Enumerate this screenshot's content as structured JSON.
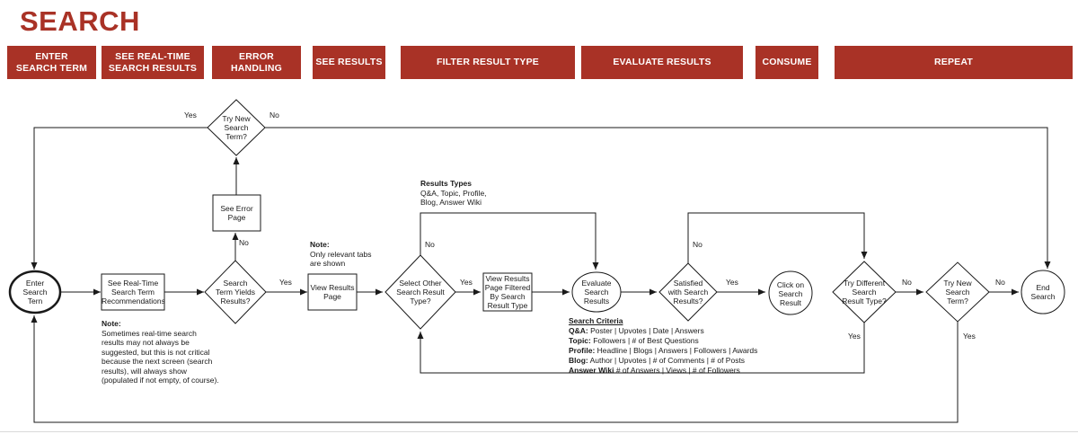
{
  "title": "SEARCH",
  "colors": {
    "accent": "#A93226",
    "line": "#1a1a1a"
  },
  "phases": [
    "ENTER\nSEARCH TERM",
    "SEE REAL-TIME\nSEARCH RESULTS",
    "ERROR\nHANDLING",
    "SEE RESULTS",
    "FILTER RESULT TYPE",
    "EVALUATE RESULTS",
    "CONSUME",
    "REPEAT"
  ],
  "nodes": {
    "enter_search_term": {
      "label": "Enter\nSearch\nTern",
      "type": "start-oval"
    },
    "see_realtime_recs": {
      "label": "See Real-Time\nSearch Term\nRecommendations",
      "type": "process"
    },
    "search_term_yields": {
      "label": "Search\nTerm Yields\nResults?",
      "type": "decision"
    },
    "see_error_page": {
      "label": "See Error\nPage",
      "type": "process"
    },
    "try_new_search_top": {
      "label": "Try New\nSearch\nTerm?",
      "type": "decision"
    },
    "view_results_page": {
      "label": "View Results\nPage",
      "type": "process"
    },
    "select_other_type": {
      "label": "Select Other\nSearch Result\nType?",
      "type": "decision"
    },
    "view_filtered": {
      "label": "View Results\nPage Filtered\nBy Search\nResult Type",
      "type": "process"
    },
    "evaluate_results": {
      "label": "Evaluate\nSearch\nResults",
      "type": "oval"
    },
    "satisfied": {
      "label": "Satisfied\nwith Search\nResults?",
      "type": "decision"
    },
    "click_result": {
      "label": "Click on\nSearch\nResult",
      "type": "circle"
    },
    "try_different_type": {
      "label": "Try Different\nSearch\nResult Type?",
      "type": "decision"
    },
    "try_new_search_bottom": {
      "label": "Try New\nSearch\nTerm?",
      "type": "decision"
    },
    "end_search": {
      "label": "End\nSearch",
      "type": "circle"
    }
  },
  "edge_labels": {
    "yes": "Yes",
    "no": "No"
  },
  "notes": {
    "realtime": {
      "title": "Note:",
      "body": "Sometimes real-time search\nresults may not always be\nsuggested, but this is not critical\nbecause the next screen (search\nresults), will always show\n(populated if not empty, of course)."
    },
    "tabs": {
      "title": "Note:",
      "body": "Only relevant tabs\nare shown"
    },
    "result_types": {
      "title": "Results Types",
      "body": "Q&A, Topic, Profile,\nBlog, Answer Wiki"
    },
    "search_criteria": {
      "title": "Search Criteria",
      "items": [
        {
          "term": "Q&A:",
          "desc": " Poster | Upvotes | Date | Answers"
        },
        {
          "term": "Topic:",
          "desc": " Followers | # of Best Questions"
        },
        {
          "term": "Profile:",
          "desc": " Headline | Blogs | Answers | Followers | Awards"
        },
        {
          "term": "Blog:",
          "desc": " Author | Upvotes | # of Comments | # of Posts"
        },
        {
          "term": "Answer Wiki",
          "desc": "  # of Answers | Views |  # of Followers"
        }
      ]
    }
  }
}
